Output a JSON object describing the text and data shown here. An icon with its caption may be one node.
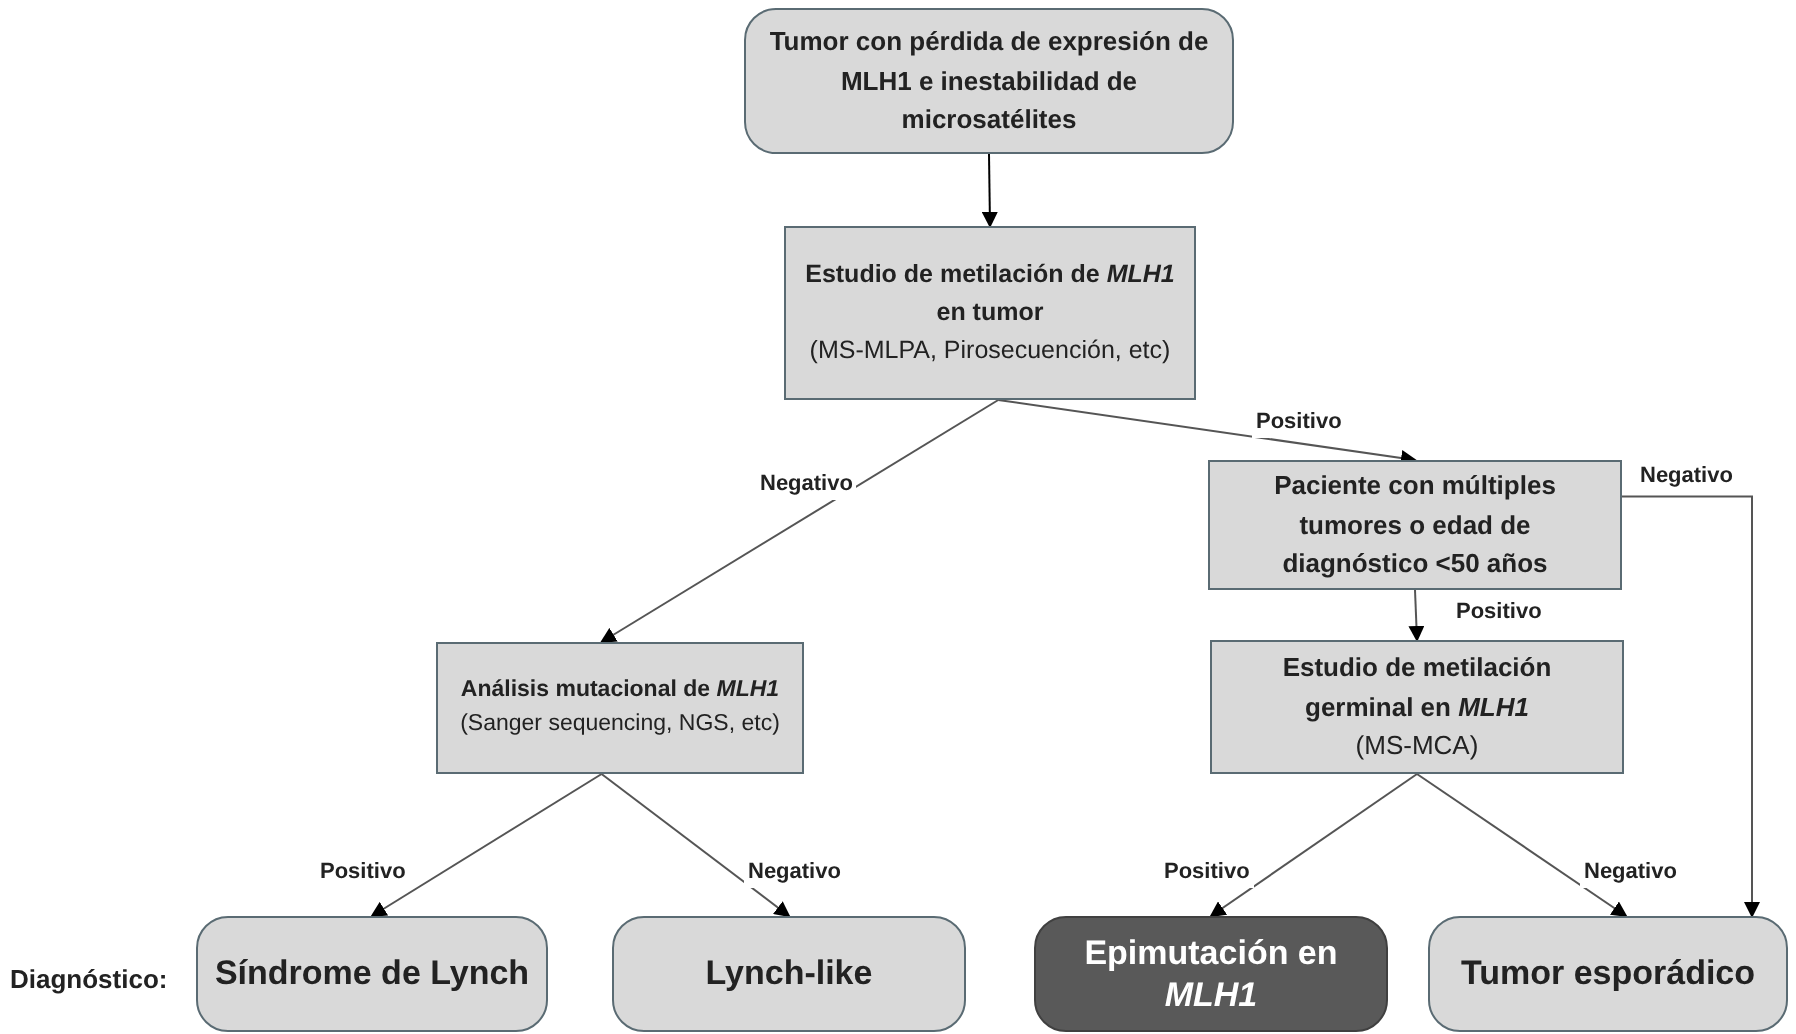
{
  "diagram": {
    "nodes": [
      {
        "text": [
          "Tumor con pérdida de expresión de MLH1 e inestabilidad de microsatélites"
        ]
      },
      {
        "text": [
          "Estudio de metilación de *MLH1* en tumor",
          "(MS-MLPA, Pirosecuención, etc)"
        ]
      },
      {
        "text": [
          "Paciente con múltiples tumores o edad de diagnóstico <50 años"
        ]
      },
      {
        "text": [
          "Análisis mutacional de *MLH1*",
          "(Sanger sequencing, NGS, etc)"
        ]
      },
      {
        "text": [
          "Estudio de metilación germinal en *MLH1*",
          "(MS-MCA)"
        ]
      },
      {
        "text": [
          "Síndrome de Lynch"
        ]
      },
      {
        "text": [
          "Lynch-like"
        ]
      },
      {
        "text": [
          "Epimutación en *MLH1*"
        ]
      },
      {
        "text": [
          "Tumor esporádico"
        ]
      }
    ],
    "edges": [
      {
        "from": 0,
        "to": 1,
        "arrow": "to"
      },
      {
        "from": 1,
        "to": 3,
        "arrow": "to",
        "label": "Negativo"
      },
      {
        "from": 1,
        "to": 2,
        "arrow": "to",
        "label": "Positivo"
      },
      {
        "from": 2,
        "to": 4,
        "arrow": "to",
        "label": "Positivo"
      },
      {
        "from": 2,
        "to": 8,
        "arrow": "to",
        "label": "Negativo"
      },
      {
        "from": 3,
        "to": 5,
        "arrow": "to",
        "label": "Positivo"
      },
      {
        "from": 3,
        "to": 6,
        "arrow": "to",
        "label": "Negativo"
      },
      {
        "from": 4,
        "to": 7,
        "arrow": "to",
        "label": "Positivo"
      },
      {
        "from": 4,
        "to": 8,
        "arrow": "to",
        "label": "Negativo"
      }
    ],
    "labels": [
      "Diagnóstico:"
    ]
  }
}
